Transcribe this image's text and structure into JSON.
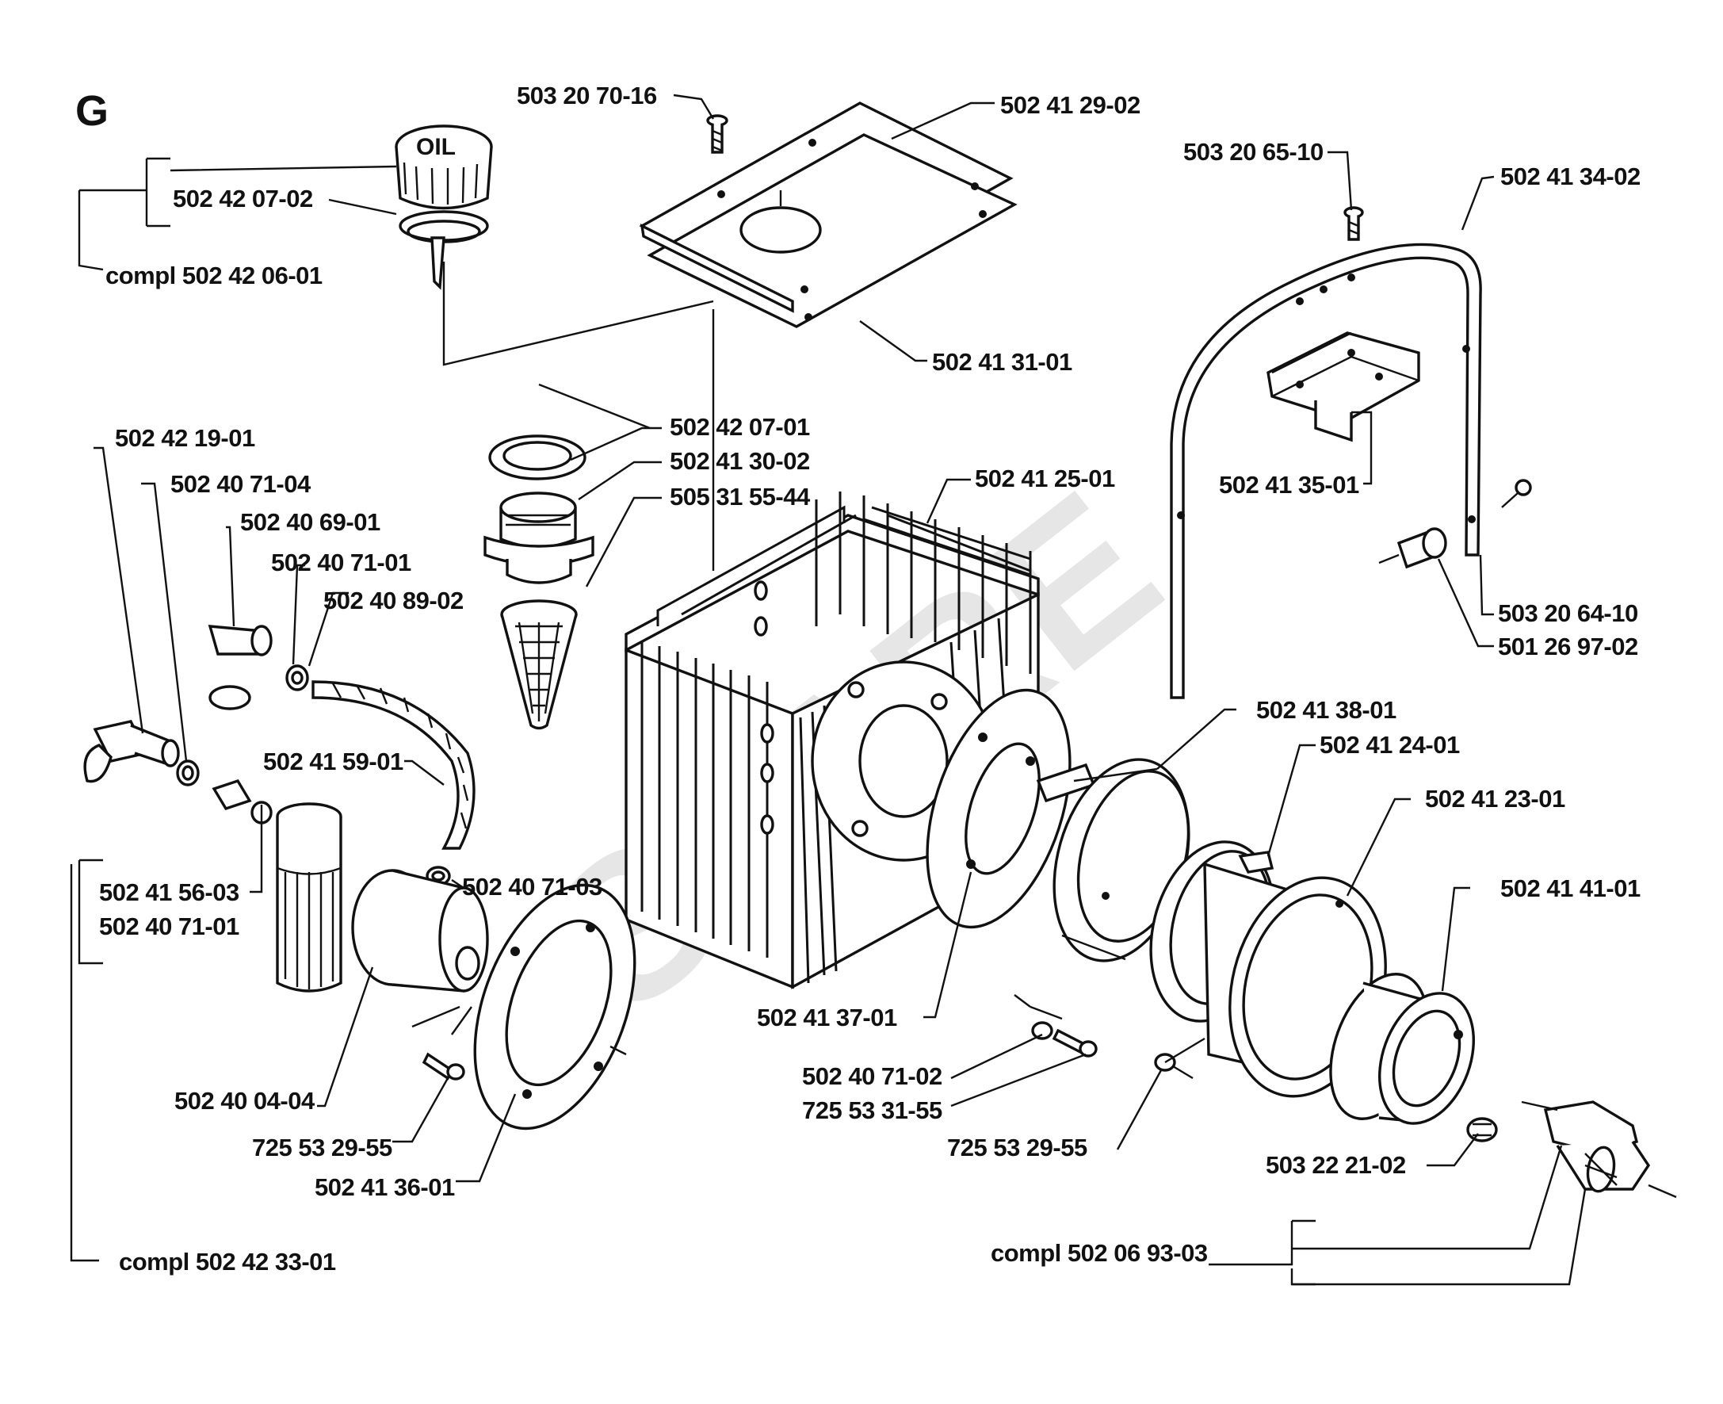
{
  "section_letter": "G",
  "watermark": "SPARE",
  "cap_oil_text": "OIL",
  "labels": {
    "p_503207016": "503 20 70-16",
    "p_502412902": "502 41 29-02",
    "p_502420702_cap": "502 42 07-02",
    "compl_502420601": "compl 502 42 06-01",
    "p_503206510": "503 20 65-10",
    "p_502413402": "502 41 34-02",
    "p_502413101": "502 41 31-01",
    "p_502420702_gasket": "502 42 07-01",
    "p_502413002": "502 41 30-02",
    "p_505315544": "505 31 55-44",
    "p_502412501": "502 41 25-01",
    "p_502413501": "502 41 35-01",
    "p_502421901": "502 42 19-01",
    "p_502407104": "502 40 71-04",
    "p_502406901": "502 40 69-01",
    "p_502407101_a": "502 40 71-01",
    "p_502408902": "502 40 89-02",
    "p_503206410": "503 20 64-10",
    "p_501269702": "501 26 97-02",
    "p_502413801": "502 41 38-01",
    "p_502412401": "502 41 24-01",
    "p_502415901": "502 41 59-01",
    "p_502412301": "502 41 23-01",
    "p_502407103": "502 40 71-03",
    "p_502415603": "502 41 56-03",
    "p_502414101": "502 41 41-01",
    "p_502407101_b": "502 40 71-01",
    "p_502413701": "502 41 37-01",
    "p_502407102": "502 40 71-02",
    "p_725533155": "725 53 31-55",
    "p_502400404": "502 40 04-04",
    "p_725532955_a": "725 53 29-55",
    "p_725532955_b": "725 53 29-55",
    "p_503222102": "503 22 21-02",
    "p_502413601": "502 41 36-01",
    "compl_502069303": "compl 502 06 93-03",
    "compl_502423301": "compl 502 42 33-01"
  }
}
